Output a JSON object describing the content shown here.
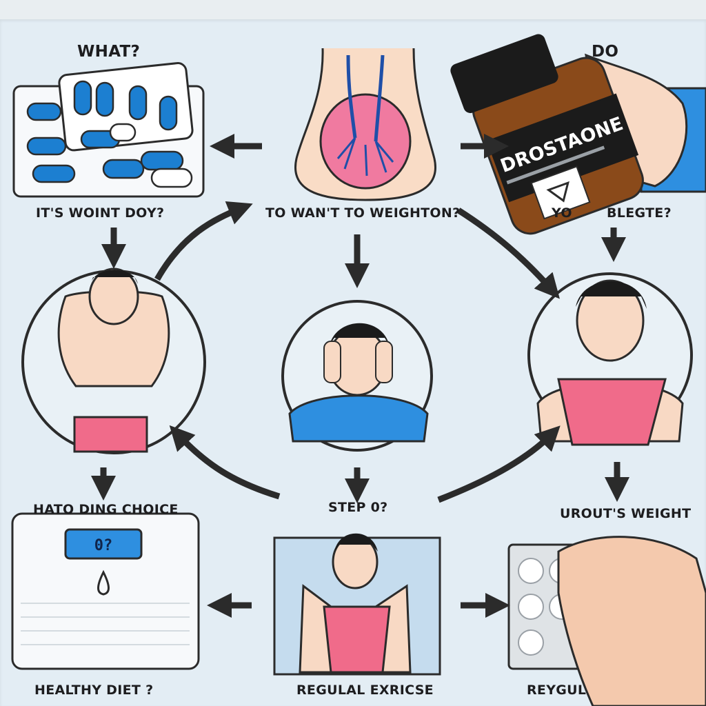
{
  "labels": {
    "what": "WHAT?",
    "do": "DO",
    "its_woint_doy": "IT'S WOINT DOY?",
    "to_want_to_weighton": "TO WAN'T TO WEIGHTON?",
    "yo_ableste": "YO",
    "ableste": "BLEGTE?",
    "hato_ding_choice": "HATO DING CHOICE",
    "step": "STEP 0?",
    "urouts_weight": "UROUT'S WEIGHT",
    "healthy_diet": "HEALTHY DIET ?",
    "regulal_exrcise": "REGULAL EXRICSE",
    "reygul": "REYGUL"
  },
  "bottle_label": {
    "name": "DROSTAONE"
  },
  "scale_display": "0?",
  "colors": {
    "paper": "#e3edf4",
    "outline": "#2b2b2b",
    "capsule_blue": "#1c7fd1",
    "shorts_pink": "#f06b8a",
    "shirt_blue": "#2e8fe0",
    "skin": "#f8d9c4",
    "amber": "#8a4a1a",
    "cap_black": "#1b1b1b"
  }
}
